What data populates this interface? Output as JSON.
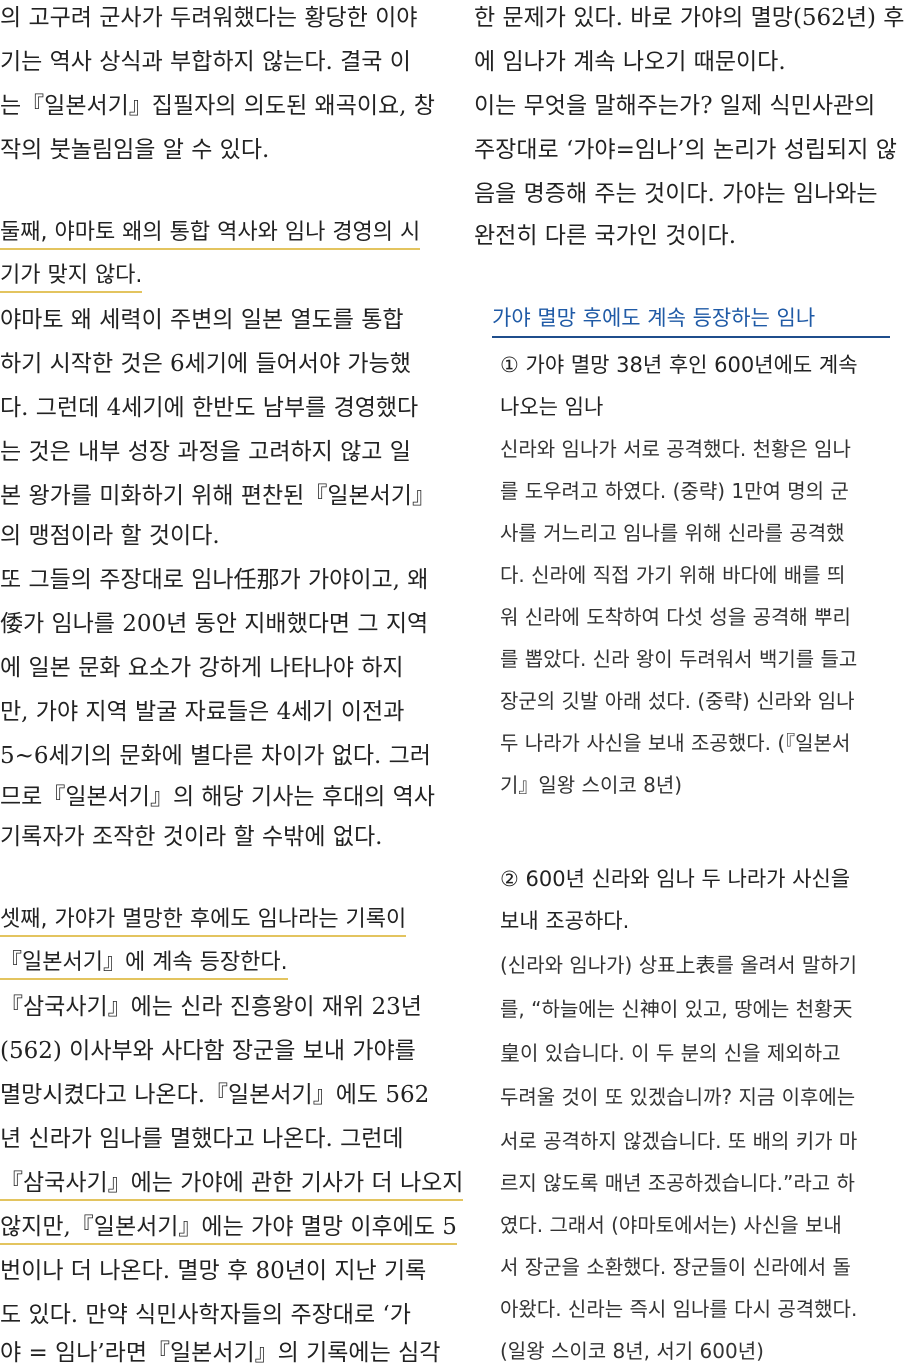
{
  "left_column": {
    "lines": [
      "의 고구려 군사가 두려워했다는 황당한 이야",
      "기는 역사 상식과 부합하지 않는다. 결국 이",
      "는『일본서기』집필자의 의도된 왜곡이요, 창",
      "작의 붓놀림임을 알 수 있다.",
      "둘째, 야마토 왜의 통합 역사와 임나 경영의 시",
      "기가 맞지 않다.",
      "야마토 왜 세력이 주변의 일본 열도를 통합",
      "하기 시작한 것은 6세기에 들어서야 가능했",
      "다. 그런데 4세기에 한반도 남부를 경영했다",
      "는 것은 내부 성장 과정을 고려하지 않고 일",
      "본 왕가를 미화하기 위해 편찬된『일본서기』",
      "의 맹점이라 할 것이다.",
      "또 그들의 주장대로 임나任那가 가야이고, 왜",
      "倭가 임나를 200년 동안 지배했다면 그 지역",
      "에 일본 문화 요소가 강하게 나타나야 하지",
      "만, 가야 지역 발굴 자료들은 4세기 이전과",
      "5~6세기의 문화에 별다른 차이가 없다. 그러",
      "므로『일본서기』의 해당 기사는 후대의 역사",
      "기록자가 조작한 것이라 할 수밖에 없다.",
      "셋째, 가야가 멸망한 후에도 임나라는 기록이",
      "『일본서기』에 계속 등장한다.",
      "『삼국사기』에는 신라 진흥왕이 재위 23년",
      "(562) 이사부와 사다함 장군을 보내 가야를",
      "멸망시켰다고 나온다.『일본서기』에도 562",
      "년 신라가 임나를 멸했다고 나온다. 그런데",
      "『삼국사기』에는 가야에 관한 기사가 더 나오지",
      "않지만,『일본서기』에는 가야 멸망 이후에도 5",
      "번이나 더 나온다. 멸망 후 80년이 지난 기록",
      "도 있다. 만약 식민사학자들의 주장대로 ‘가",
      "야 = 임나’라면『일본서기』의 기록에는 심각"
    ]
  },
  "right_column": {
    "lines": [
      "한 문제가 있다. 바로 가야의 멸망(562년) 후",
      "에 임나가 계속 나오기 때문이다.",
      "이는 무엇을 말해주는가? 일제 식민사관의",
      "주장대로 ‘가야=임나’의 논리가 성립되지 않",
      "음을 명증해 주는 것이다. 가야는 임나와는",
      "완전히 다른 국가인 것이다."
    ],
    "box": {
      "title": "가야 멸망 후에도 계속 등장하는 임나",
      "lines": [
        "① 가야 멸망 38년 후인 600년에도 계속",
        "나오는 임나",
        "신라와 임나가 서로 공격했다. 천황은 임나",
        "를 도우려고 하였다. (중략) 1만여 명의 군",
        "사를 거느리고 임나를 위해 신라를 공격했",
        "다. 신라에 직접 가기 위해 바다에 배를 띄",
        "워 신라에 도착하여 다섯 성을 공격해 뿌리",
        "를 뽑았다. 신라 왕이 두려워서 백기를 들고",
        "장군의 깃발 아래 섰다. (중략) 신라와 임나",
        "두 나라가 사신을 보내 조공했다. (『일본서",
        "기』일왕 스이코 8년)",
        "② 600년 신라와 임나 두 나라가 사신을",
        "보내 조공하다.",
        "(신라와 임나가) 상표上表를 올려서 말하기",
        "를, “하늘에는 신神이 있고, 땅에는 천황天",
        "皇이 있습니다. 이 두 분의 신을 제외하고",
        "두려울 것이 또 있겠습니까? 지금 이후에는",
        "서로 공격하지 않겠습니다. 또 배의 키가 마",
        "르지 않도록 매년 조공하겠습니다.”라고 하",
        "였다. 그래서 (야마토에서는) 사신을 보내",
        "서 장군을 소환했다. 장군들이 신라에서 돌",
        "아왔다. 신라는 즉시 임나를 다시 공격했다.",
        "(일왕 스이코 8년, 서기 600년)"
      ]
    }
  },
  "colors": {
    "highlight_underline": "#e3c45f",
    "box_title": "#1f5aa6",
    "box_rule": "#1f4e8c"
  }
}
